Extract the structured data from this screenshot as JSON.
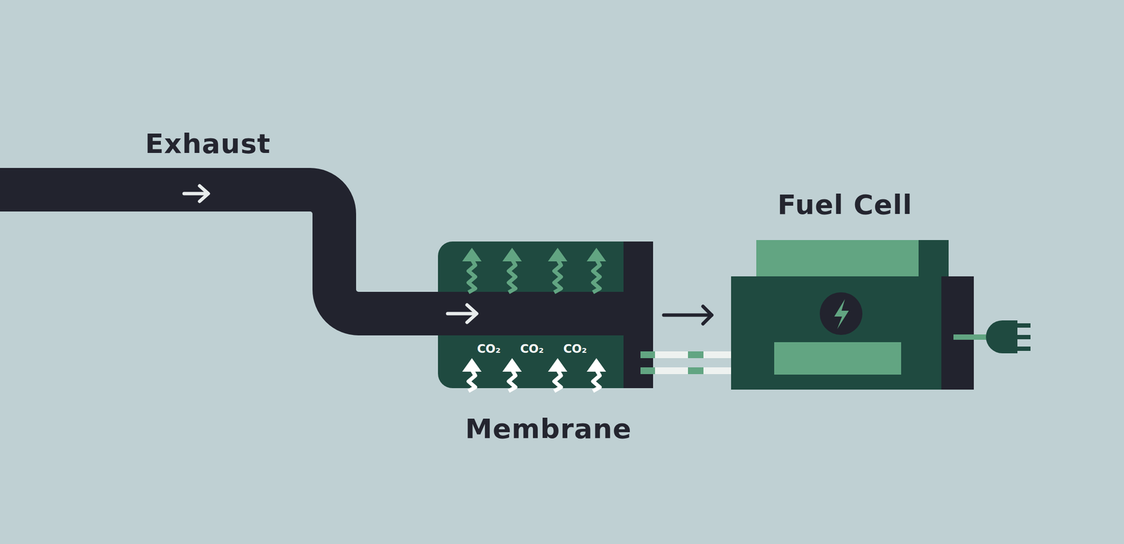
{
  "diagram": {
    "nodes": [
      {
        "text": [
          "CO₂",
          "CO₂",
          "CO₂",
          "Membrane"
        ]
      },
      {
        "text": [
          "Fuel Cell"
        ]
      }
    ],
    "edges": [
      {
        "from": 0,
        "to": 1,
        "arrow": "to"
      }
    ],
    "labels": [
      "Exhaust"
    ]
  }
}
